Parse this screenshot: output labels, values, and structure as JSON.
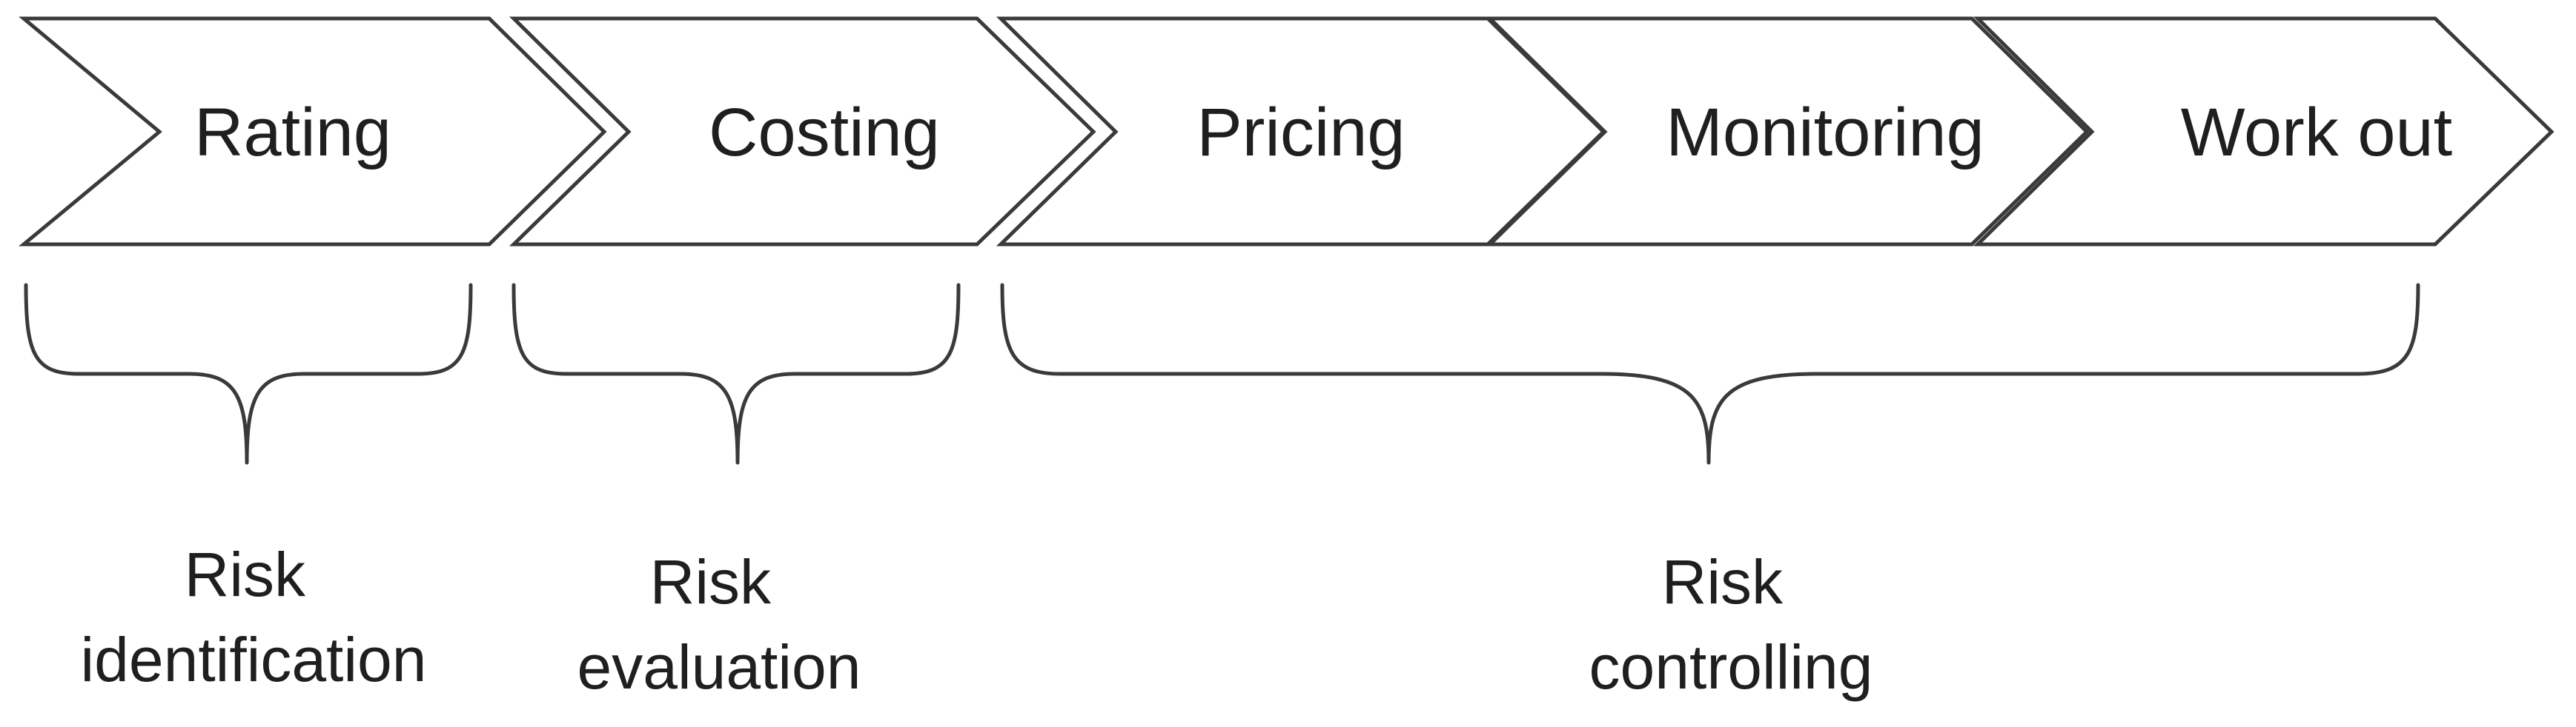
{
  "process": {
    "steps": [
      {
        "label": "Rating"
      },
      {
        "label": "Costing"
      },
      {
        "label": "Pricing"
      },
      {
        "label": "Monitoring"
      },
      {
        "label": "Work out"
      }
    ]
  },
  "groups": [
    {
      "line1": "Risk",
      "line2": "identification"
    },
    {
      "line1": "Risk",
      "line2": "evaluation"
    },
    {
      "line1": "Risk",
      "line2": "controlling"
    }
  ],
  "colors": {
    "stroke": "#3a3a3a",
    "text": "#1f1f1f",
    "background": "#ffffff"
  }
}
